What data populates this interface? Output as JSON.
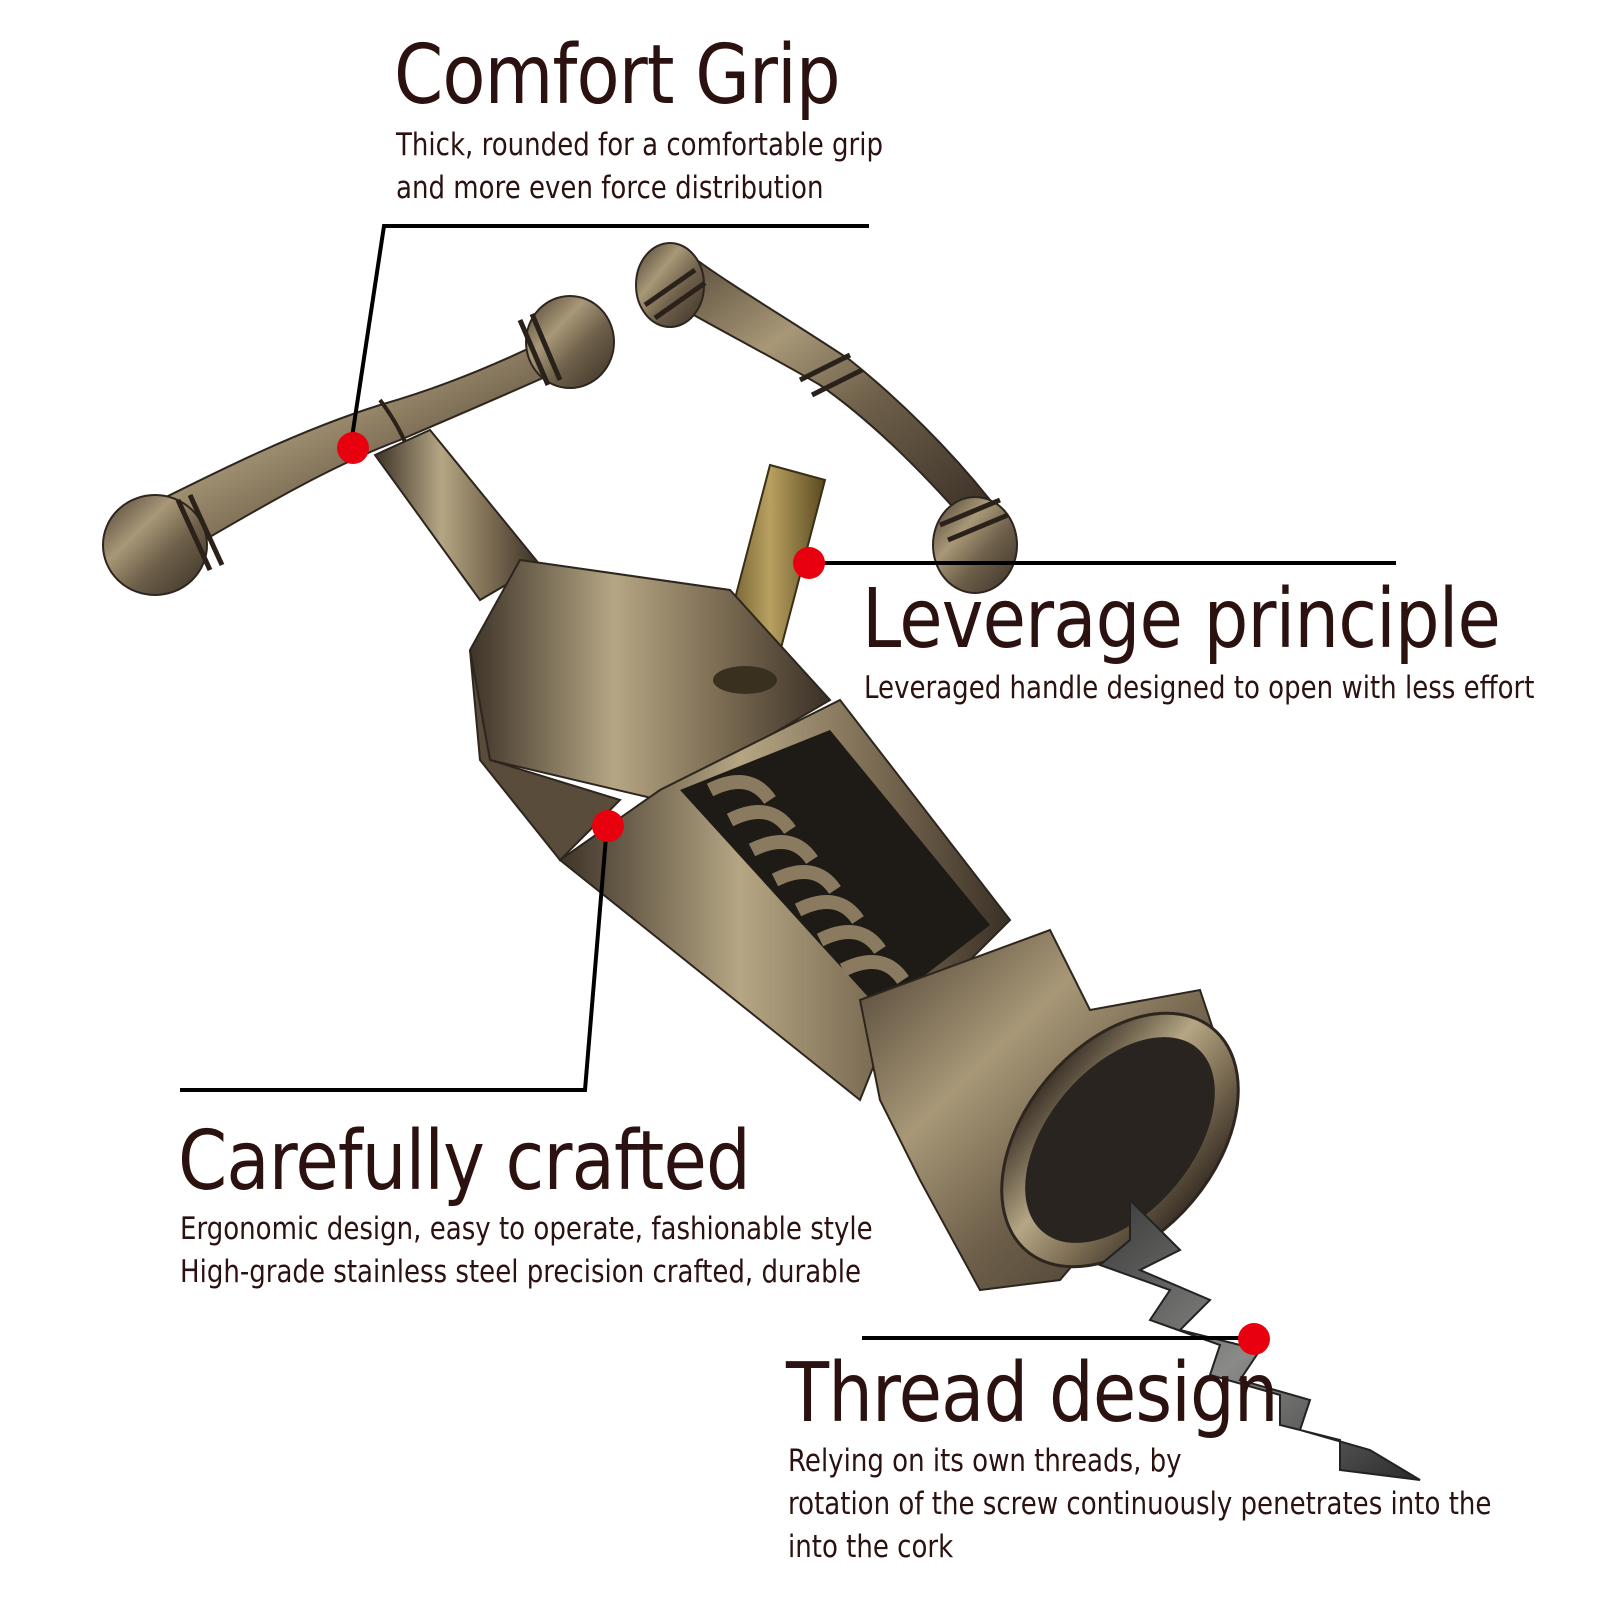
{
  "colors": {
    "text": "#2b1210",
    "callout_dot": "#e8000e",
    "leader_line": "#000000",
    "metal": "#7a6a52"
  },
  "features": [
    {
      "id": "comfort-grip",
      "title": "Comfort Grip",
      "lines": [
        "Thick, rounded for a comfortable grip",
        "and more even force distribution"
      ]
    },
    {
      "id": "leverage-principle",
      "title": "Leverage principle",
      "lines": [
        "Leveraged handle designed to open with less effort"
      ]
    },
    {
      "id": "carefully-crafted",
      "title": "Carefully crafted",
      "lines": [
        "Ergonomic design, easy to operate, fashionable style",
        "High-grade stainless steel precision crafted, durable"
      ]
    },
    {
      "id": "thread-design",
      "title": "Thread design",
      "lines": [
        "Relying on its own threads, by",
        "rotation of the screw continuously penetrates into the",
        "into the cork"
      ]
    }
  ]
}
